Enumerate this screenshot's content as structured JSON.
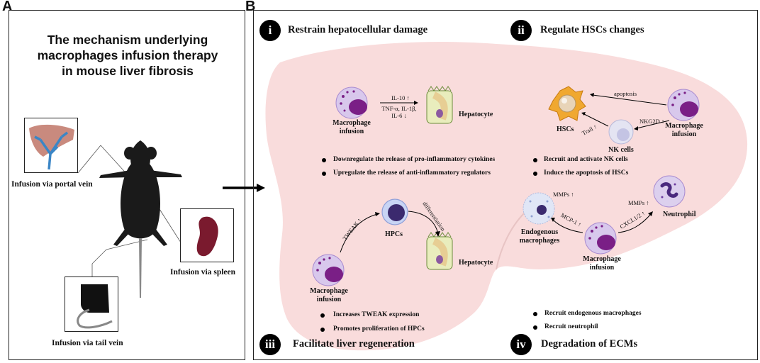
{
  "panelA": {
    "letter": "A",
    "title_lines": [
      "The mechanism underlying",
      "macrophages infusion therapy",
      "in mouse liver fibrosis"
    ],
    "portal_label": "Infusion via portal vein",
    "spleen_label": "Infusion via spleen",
    "tail_label": "Infusion via tail vein"
  },
  "panelB": {
    "letter": "B",
    "sections": [
      {
        "roman": "i",
        "title": "Restrain hepatocellular damage"
      },
      {
        "roman": "ii",
        "title": "Regulate HSCs changes"
      },
      {
        "roman": "iii",
        "title": "Facilitate liver regeneration"
      },
      {
        "roman": "iv",
        "title": "Degradation of ECMs"
      }
    ],
    "s1": {
      "macrophage_lines": [
        "Macrophage",
        "infusion"
      ],
      "arrow_top": "IL-10 ↑",
      "arrow_bottom_lines": [
        "TNF-α, IL-1β,",
        "IL-6 ↓"
      ],
      "hepatocyte": "Hepatocyte",
      "bullets": [
        "Downregulate the release of pro-inflammatory cytokines",
        "Upregulate the release of anti-inflammatory regulators"
      ]
    },
    "s2": {
      "apoptosis": "apoptosis",
      "hscs": "HSCs",
      "trail": "Trail ↑",
      "nkg2d": "NKG2D ↑",
      "nk_cells": "NK cells",
      "macrophage_lines": [
        "Macrophage",
        "infusion"
      ],
      "bullets": [
        "Recruit and activate NK cells",
        "Induce the apoptosis of HSCs"
      ]
    },
    "s3": {
      "tweak": "TWEAK ↑",
      "hpcs": "HPCs",
      "differentiation": "differentiation",
      "hepatocyte": "Hepatocyte",
      "macrophage_lines": [
        "Macrophage",
        "infusion"
      ],
      "bullets": [
        "Increases TWEAK expression",
        "Promotes proliferation of HPCs"
      ]
    },
    "s4": {
      "mmps_left": "MMPs ↑",
      "mmps_right": "MMPs ↑",
      "neutrophil": "Neutrophil",
      "mcp1": "MCP-1 ↑",
      "cxcl": "CXCL1/2 ↑",
      "endogenous_lines": [
        "Endogenous",
        "macrophages"
      ],
      "macrophage_lines": [
        "Macrophage",
        "infusion"
      ],
      "bullets": [
        "Recruit  endogenous macrophages",
        "Recruit neutrophil"
      ]
    }
  },
  "colors": {
    "liver_fill": "#f9dcdc",
    "macrophage_outer": "#d8c8ec",
    "macrophage_nucleus": "#7a1f86",
    "hepatocyte_fill": "#e9edbd",
    "mouse": "#1a1a1a",
    "vein_blue": "#3b86c6",
    "spleen": "#7a1a2e",
    "liver_small": "#c98a7e"
  }
}
